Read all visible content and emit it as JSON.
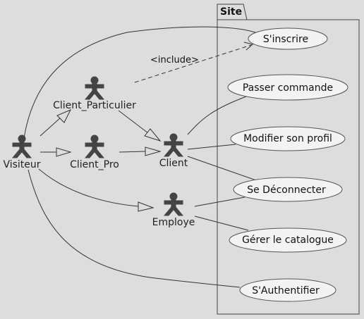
{
  "package": {
    "title": "Site"
  },
  "actors": {
    "visiteur": "Visiteur",
    "client_particulier": "Client_Particulier",
    "client_pro": "Client_Pro",
    "client": "Client",
    "employe": "Employe"
  },
  "use_cases": {
    "sinscrire": "S'inscrire",
    "passer_commande": "Passer commande",
    "modifier_profil": "Modifier son profil",
    "deconnecter": "Se Déconnecter",
    "gerer_catalogue": "Gérer le catalogue",
    "authentifier": "S'Authentifier"
  },
  "relations": {
    "include_label": "<include>"
  },
  "colors": {
    "background": "#dddddd",
    "use_case_fill": "#f3f3f3",
    "actor_fill": "#444444",
    "line": "#333333"
  }
}
